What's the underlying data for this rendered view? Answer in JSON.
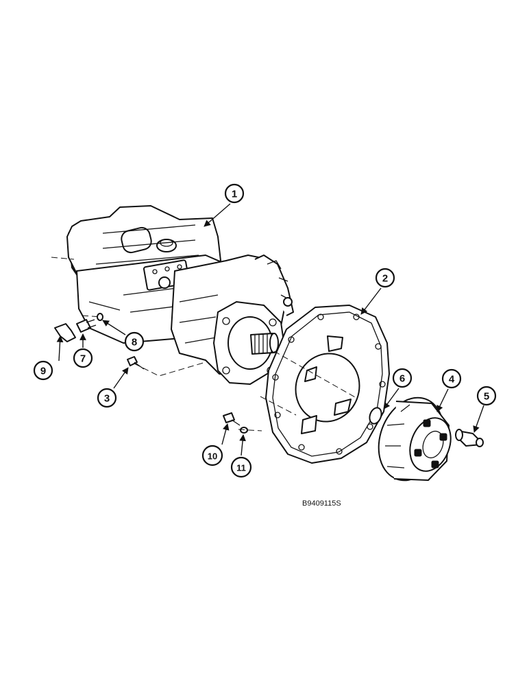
{
  "figure_id": "B9409115S",
  "callouts": [
    "1",
    "2",
    "3",
    "4",
    "5",
    "6",
    "7",
    "8",
    "9",
    "10",
    "11"
  ]
}
